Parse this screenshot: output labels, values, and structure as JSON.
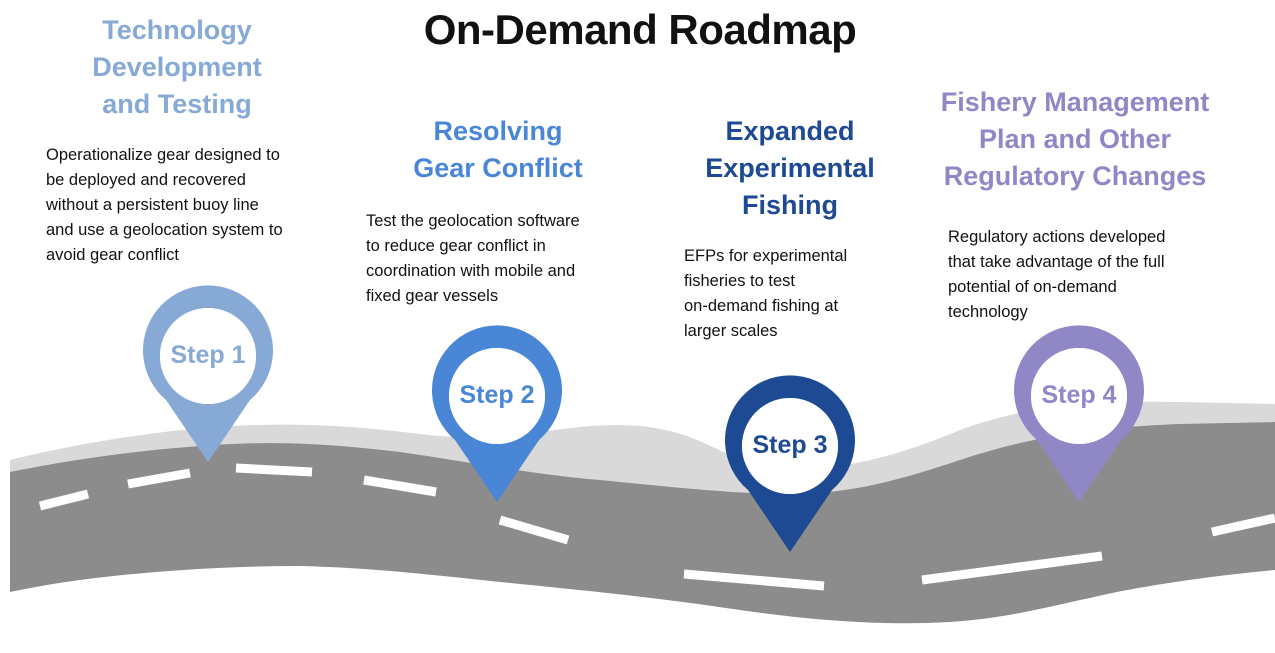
{
  "title": "On-Demand Roadmap",
  "steps": [
    {
      "heading": "Technology\nDevelopment\nand Testing",
      "description": "Operationalize gear designed to\nbe deployed and recovered\nwithout a persistent buoy line\nand use a geolocation system to\navoid gear conflict",
      "pin_label": "Step 1",
      "color": "#86a9d6"
    },
    {
      "heading": "Resolving\nGear Conflict",
      "description": "Test the geolocation software\nto reduce gear conflict in\ncoordination with mobile and\nfixed gear vessels",
      "pin_label": "Step 2",
      "color": "#4a86d6"
    },
    {
      "heading": "Expanded\nExperimental\nFishing",
      "description": "EFPs for experimental\nfisheries to test\non-demand fishing at\nlarger scales",
      "pin_label": "Step 3",
      "color": "#1d4a92"
    },
    {
      "heading": "Fishery Management\nPlan and Other\nRegulatory Changes",
      "description": "Regulatory actions developed\nthat take advantage of the full\npotential of on-demand\ntechnology",
      "pin_label": "Step 4",
      "color": "#9088c6"
    }
  ],
  "colors": {
    "road": "#8c8c8c",
    "road_edge": "#d9d9d9",
    "lane_marking": "#ffffff",
    "title": "#111111"
  }
}
